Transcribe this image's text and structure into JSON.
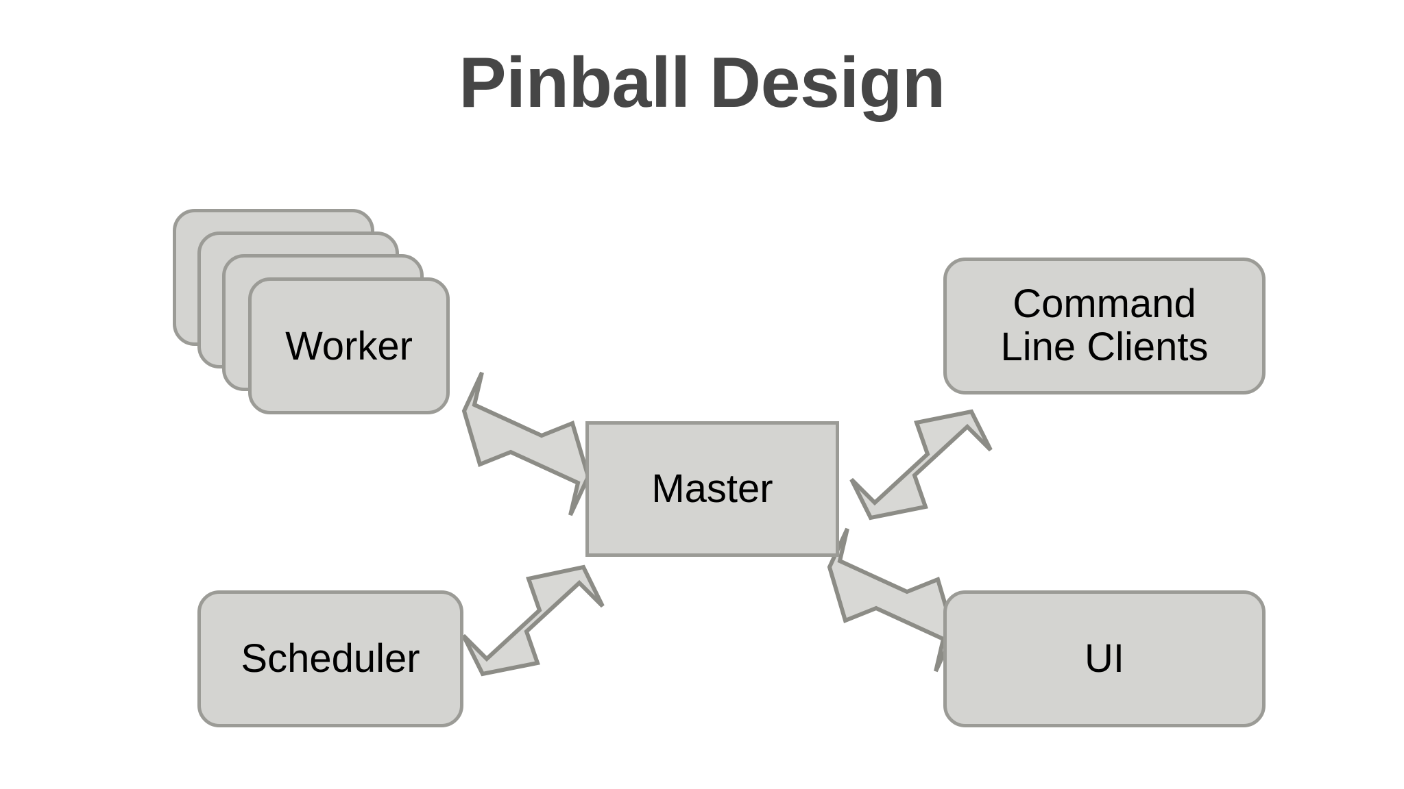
{
  "slide": {
    "title": "Pinball Design",
    "background_color": "#ffffff",
    "title_color": "#464646"
  },
  "theme": {
    "node_fill": "#d4d4d1",
    "node_border": "#9b9b96",
    "node_text": "#000000",
    "arrow_fill": "#d8d8d5",
    "arrow_border": "#8c8c86"
  },
  "diagram": {
    "type": "hub-and-spoke architecture diagram",
    "hub": {
      "id": "master",
      "label": "Master",
      "shape": "rectangle"
    },
    "nodes": [
      {
        "id": "worker",
        "label": "Worker",
        "shape": "stacked-rounded-rectangle",
        "stack_count": 4,
        "position": "top-left"
      },
      {
        "id": "command-line-clients",
        "label_line_1": "Command",
        "label_line_2": "Line Clients",
        "shape": "rounded-rectangle",
        "position": "top-right"
      },
      {
        "id": "scheduler",
        "label": "Scheduler",
        "shape": "rounded-rectangle",
        "position": "bottom-left"
      },
      {
        "id": "ui",
        "label": "UI",
        "shape": "rounded-rectangle",
        "position": "bottom-right"
      }
    ],
    "connections": [
      {
        "id": "worker-master",
        "from": "worker",
        "to": "master",
        "style": "double-headed-block-arrow"
      },
      {
        "id": "master-clients",
        "from": "master",
        "to": "command-line-clients",
        "style": "double-headed-block-arrow"
      },
      {
        "id": "scheduler-master",
        "from": "scheduler",
        "to": "master",
        "style": "double-headed-block-arrow"
      },
      {
        "id": "master-ui",
        "from": "master",
        "to": "ui",
        "style": "double-headed-block-arrow"
      }
    ]
  }
}
